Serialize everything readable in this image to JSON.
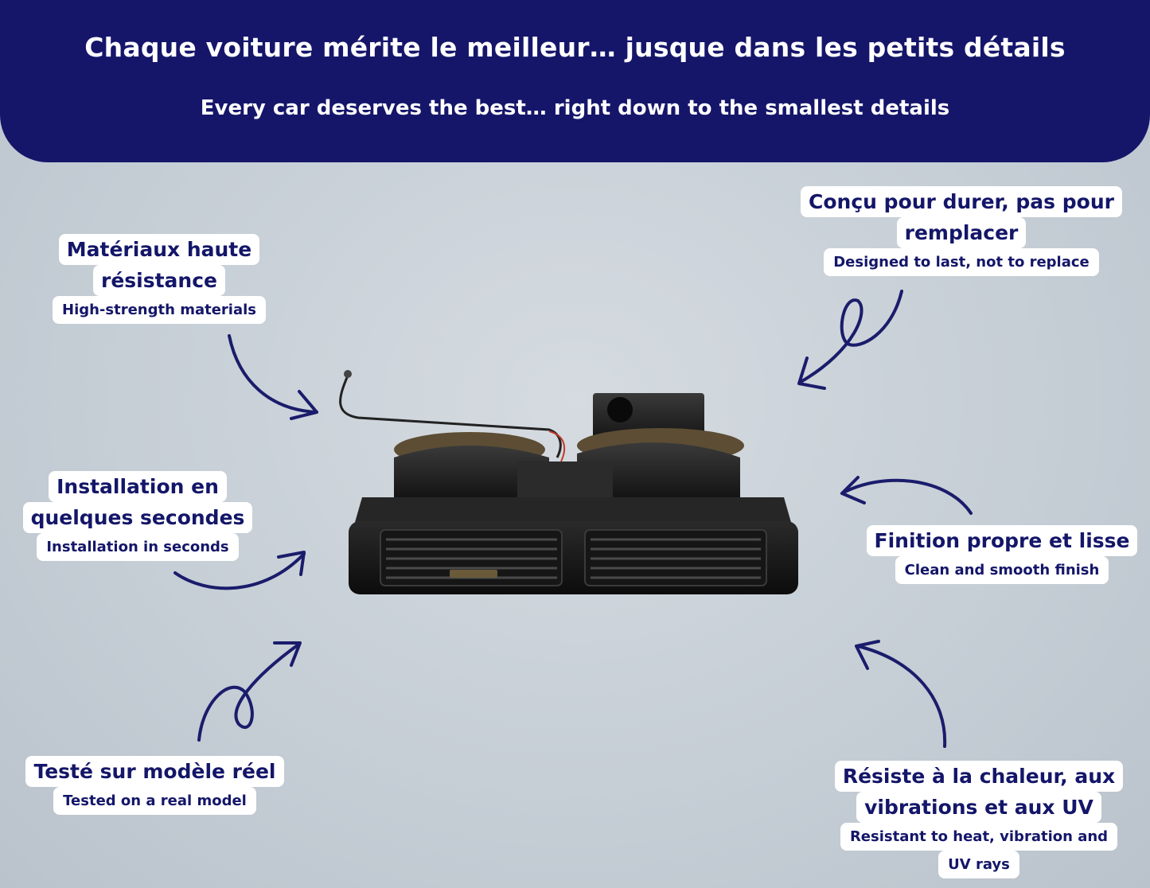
{
  "header": {
    "title_fr": "Chaque voiture mérite le meilleur… jusque dans les petits détails",
    "title_en": "Every car deserves the best… right down to the smallest details"
  },
  "features": [
    {
      "fr_lines": [
        "Matériaux haute",
        "résistance"
      ],
      "en_lines": [
        "High-strength materials"
      ]
    },
    {
      "fr_lines": [
        "Conçu pour durer, pas pour",
        "remplacer"
      ],
      "en_lines": [
        "Designed to last, not to replace"
      ]
    },
    {
      "fr_lines": [
        "Installation en",
        "quelques secondes"
      ],
      "en_lines": [
        "Installation in seconds"
      ]
    },
    {
      "fr_lines": [
        "Finition propre et lisse"
      ],
      "en_lines": [
        "Clean and smooth finish"
      ]
    },
    {
      "fr_lines": [
        "Testé sur modèle réel"
      ],
      "en_lines": [
        "Tested on a real model"
      ]
    },
    {
      "fr_lines": [
        "Résiste à la chaleur, aux",
        "vibrations et aux UV"
      ],
      "en_lines": [
        "Resistant to heat, vibration and",
        "UV rays"
      ]
    }
  ],
  "colors": {
    "navy": "#15166a",
    "label_bg": "#ffffff",
    "background": "#c6ced6"
  },
  "icons": [
    "curved-arrow-icon"
  ]
}
